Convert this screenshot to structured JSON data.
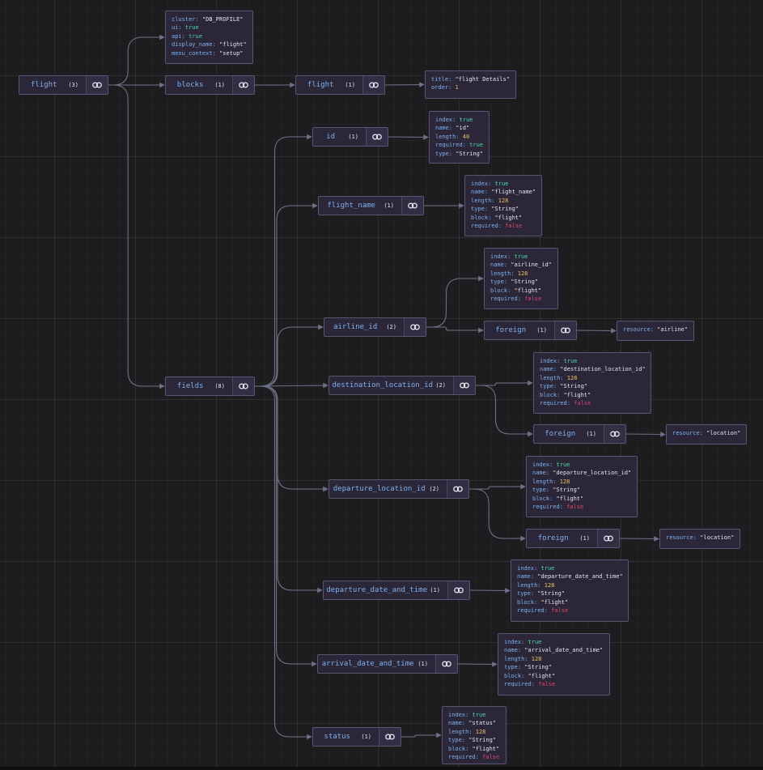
{
  "icons": {
    "link": "link-icon"
  },
  "colors": {
    "background": "#1d1d1f",
    "node": "#2b2638",
    "border": "#5a5575",
    "key": "#7fb2ef",
    "true": "#4cd9a5",
    "false": "#e0466e",
    "number": "#e8c06a",
    "edge": "#6e7288"
  },
  "nodes": [
    {
      "id": "flight-root",
      "label": "flight",
      "count": "(3)"
    },
    {
      "id": "blocks",
      "label": "blocks",
      "count": "(1)"
    },
    {
      "id": "flight-block",
      "label": "flight",
      "count": "(1)"
    },
    {
      "id": "fields",
      "label": "fields",
      "count": "(8)"
    },
    {
      "id": "id",
      "label": "id",
      "count": "(1)"
    },
    {
      "id": "flight-name",
      "label": "flight_name",
      "count": "(1)"
    },
    {
      "id": "airline-id",
      "label": "airline_id",
      "count": "(2)"
    },
    {
      "id": "airline-foreign",
      "label": "foreign",
      "count": "(1)"
    },
    {
      "id": "destination-location-id",
      "label": "destination_location_id",
      "count": "(2)"
    },
    {
      "id": "destination-foreign",
      "label": "foreign",
      "count": "(1)"
    },
    {
      "id": "departure-location-id",
      "label": "departure_location_id",
      "count": "(2)"
    },
    {
      "id": "departure-foreign",
      "label": "foreign",
      "count": "(1)"
    },
    {
      "id": "departure-date-and-time",
      "label": "departure_date_and_time",
      "count": "(1)"
    },
    {
      "id": "arrival-date-and-time",
      "label": "arrival_date_and_time",
      "count": "(1)"
    },
    {
      "id": "status",
      "label": "status",
      "count": "(1)"
    }
  ],
  "props": [
    {
      "id": "root",
      "rows": [
        {
          "k": "cluster",
          "v": "\"DB_PROFILE\"",
          "t": "str"
        },
        {
          "k": "ui",
          "v": "true",
          "t": "true"
        },
        {
          "k": "api",
          "v": "true",
          "t": "true"
        },
        {
          "k": "display_name",
          "v": "\"flight\"",
          "t": "str"
        },
        {
          "k": "menu_context",
          "v": "\"setup\"",
          "t": "str"
        }
      ]
    },
    {
      "id": "block",
      "rows": [
        {
          "k": "title",
          "v": "\"flight Details\"",
          "t": "str"
        },
        {
          "k": "order",
          "v": "1",
          "t": "num"
        }
      ]
    },
    {
      "id": "id",
      "rows": [
        {
          "k": "index",
          "v": "true",
          "t": "true"
        },
        {
          "k": "name",
          "v": "\"id\"",
          "t": "str"
        },
        {
          "k": "length",
          "v": "40",
          "t": "num"
        },
        {
          "k": "required",
          "v": "true",
          "t": "true"
        },
        {
          "k": "type",
          "v": "\"String\"",
          "t": "str"
        }
      ]
    },
    {
      "id": "flight-name",
      "rows": [
        {
          "k": "index",
          "v": "true",
          "t": "true"
        },
        {
          "k": "name",
          "v": "\"flight_name\"",
          "t": "str"
        },
        {
          "k": "length",
          "v": "128",
          "t": "num"
        },
        {
          "k": "type",
          "v": "\"String\"",
          "t": "str"
        },
        {
          "k": "block",
          "v": "\"flight\"",
          "t": "str"
        },
        {
          "k": "required",
          "v": "false",
          "t": "false"
        }
      ]
    },
    {
      "id": "airline-id",
      "rows": [
        {
          "k": "index",
          "v": "true",
          "t": "true"
        },
        {
          "k": "name",
          "v": "\"airline_id\"",
          "t": "str"
        },
        {
          "k": "length",
          "v": "128",
          "t": "num"
        },
        {
          "k": "type",
          "v": "\"String\"",
          "t": "str"
        },
        {
          "k": "block",
          "v": "\"flight\"",
          "t": "str"
        },
        {
          "k": "required",
          "v": "false",
          "t": "false"
        }
      ]
    },
    {
      "id": "airline-resource",
      "rows": [
        {
          "k": "resource",
          "v": "\"airline\"",
          "t": "str"
        }
      ]
    },
    {
      "id": "destination-location-id",
      "rows": [
        {
          "k": "index",
          "v": "true",
          "t": "true"
        },
        {
          "k": "name",
          "v": "\"destination_location_id\"",
          "t": "str"
        },
        {
          "k": "length",
          "v": "128",
          "t": "num"
        },
        {
          "k": "type",
          "v": "\"String\"",
          "t": "str"
        },
        {
          "k": "block",
          "v": "\"flight\"",
          "t": "str"
        },
        {
          "k": "required",
          "v": "false",
          "t": "false"
        }
      ]
    },
    {
      "id": "destination-resource",
      "rows": [
        {
          "k": "resource",
          "v": "\"location\"",
          "t": "str"
        }
      ]
    },
    {
      "id": "departure-location-id",
      "rows": [
        {
          "k": "index",
          "v": "true",
          "t": "true"
        },
        {
          "k": "name",
          "v": "\"departure_location_id\"",
          "t": "str"
        },
        {
          "k": "length",
          "v": "128",
          "t": "num"
        },
        {
          "k": "type",
          "v": "\"String\"",
          "t": "str"
        },
        {
          "k": "block",
          "v": "\"flight\"",
          "t": "str"
        },
        {
          "k": "required",
          "v": "false",
          "t": "false"
        }
      ]
    },
    {
      "id": "departure-resource",
      "rows": [
        {
          "k": "resource",
          "v": "\"location\"",
          "t": "str"
        }
      ]
    },
    {
      "id": "departure-date-and-time",
      "rows": [
        {
          "k": "index",
          "v": "true",
          "t": "true"
        },
        {
          "k": "name",
          "v": "\"departure_date_and_time\"",
          "t": "str"
        },
        {
          "k": "length",
          "v": "128",
          "t": "num"
        },
        {
          "k": "type",
          "v": "\"String\"",
          "t": "str"
        },
        {
          "k": "block",
          "v": "\"flight\"",
          "t": "str"
        },
        {
          "k": "required",
          "v": "false",
          "t": "false"
        }
      ]
    },
    {
      "id": "arrival-date-and-time",
      "rows": [
        {
          "k": "index",
          "v": "true",
          "t": "true"
        },
        {
          "k": "name",
          "v": "\"arrival_date_and_time\"",
          "t": "str"
        },
        {
          "k": "length",
          "v": "128",
          "t": "num"
        },
        {
          "k": "type",
          "v": "\"String\"",
          "t": "str"
        },
        {
          "k": "block",
          "v": "\"flight\"",
          "t": "str"
        },
        {
          "k": "required",
          "v": "false",
          "t": "false"
        }
      ]
    },
    {
      "id": "status",
      "rows": [
        {
          "k": "index",
          "v": "true",
          "t": "true"
        },
        {
          "k": "name",
          "v": "\"status\"",
          "t": "str"
        },
        {
          "k": "length",
          "v": "128",
          "t": "num"
        },
        {
          "k": "type",
          "v": "\"String\"",
          "t": "str"
        },
        {
          "k": "block",
          "v": "\"flight\"",
          "t": "str"
        },
        {
          "k": "required",
          "v": "false",
          "t": "false"
        }
      ]
    }
  ],
  "edges": [
    [
      "flight-root",
      "prop:root"
    ],
    [
      "flight-root",
      "blocks"
    ],
    [
      "flight-root",
      "fields"
    ],
    [
      "blocks",
      "flight-block"
    ],
    [
      "flight-block",
      "prop:block"
    ],
    [
      "fields",
      "id"
    ],
    [
      "fields",
      "flight-name"
    ],
    [
      "fields",
      "airline-id"
    ],
    [
      "fields",
      "destination-location-id"
    ],
    [
      "fields",
      "departure-location-id"
    ],
    [
      "fields",
      "departure-date-and-time"
    ],
    [
      "fields",
      "arrival-date-and-time"
    ],
    [
      "fields",
      "status"
    ],
    [
      "id",
      "prop:id"
    ],
    [
      "flight-name",
      "prop:flight-name"
    ],
    [
      "airline-id",
      "prop:airline-id"
    ],
    [
      "airline-id",
      "airline-foreign"
    ],
    [
      "airline-foreign",
      "prop:airline-resource"
    ],
    [
      "destination-location-id",
      "prop:destination-location-id"
    ],
    [
      "destination-location-id",
      "destination-foreign"
    ],
    [
      "destination-foreign",
      "prop:destination-resource"
    ],
    [
      "departure-location-id",
      "prop:departure-location-id"
    ],
    [
      "departure-location-id",
      "departure-foreign"
    ],
    [
      "departure-foreign",
      "prop:departure-resource"
    ],
    [
      "departure-date-and-time",
      "prop:departure-date-and-time"
    ],
    [
      "arrival-date-and-time",
      "prop:arrival-date-and-time"
    ],
    [
      "status",
      "prop:status"
    ]
  ]
}
